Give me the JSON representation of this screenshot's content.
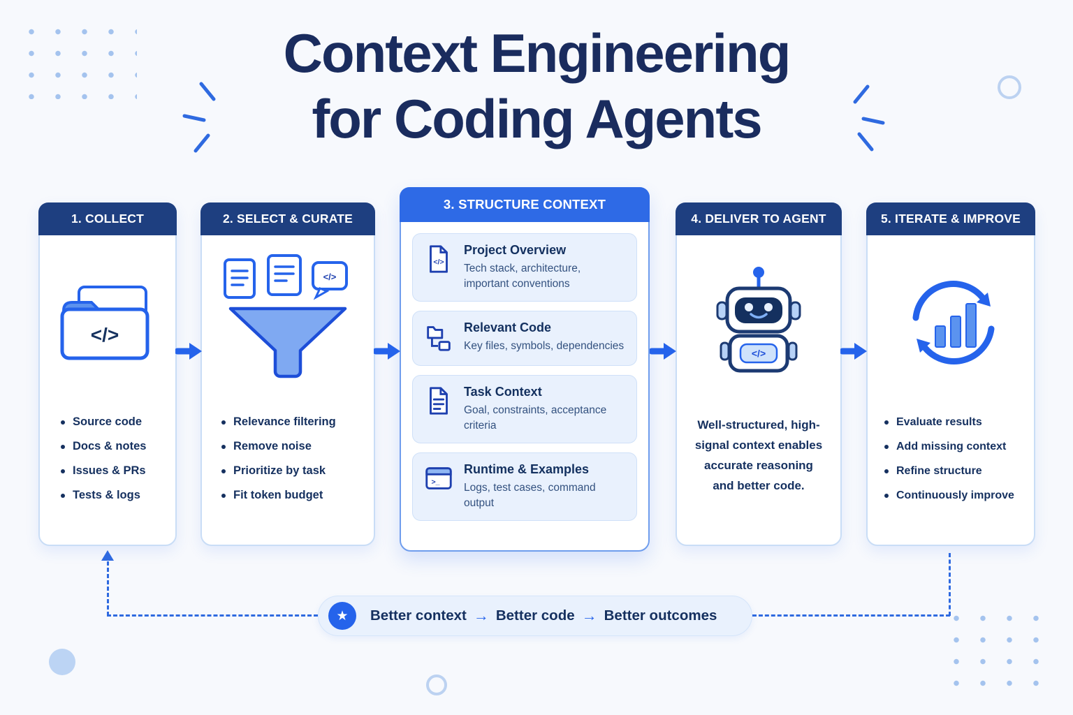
{
  "title": {
    "line1": "Context Engineering",
    "line2": "for Coding Agents"
  },
  "columns": [
    {
      "header": "1. COLLECT",
      "bullets": [
        "Source code",
        "Docs & notes",
        "Issues & PRs",
        "Tests & logs"
      ]
    },
    {
      "header": "2. SELECT & CURATE",
      "bullets": [
        "Relevance filtering",
        "Remove noise",
        "Prioritize by task",
        "Fit token budget"
      ]
    },
    {
      "header": "3. STRUCTURE CONTEXT",
      "items": [
        {
          "title": "Project Overview",
          "desc": "Tech stack, architecture, important conventions"
        },
        {
          "title": "Relevant Code",
          "desc": "Key files, symbols, dependencies"
        },
        {
          "title": "Task Context",
          "desc": "Goal, constraints, acceptance criteria"
        },
        {
          "title": "Runtime & Examples",
          "desc": "Logs, test cases, command output"
        }
      ]
    },
    {
      "header": "4. DELIVER TO AGENT",
      "text": "Well-structured, high-signal context enables accurate reasoning and better code."
    },
    {
      "header": "5. ITERATE & IMPROVE",
      "bullets": [
        "Evaluate results",
        "Add missing context",
        "Refine structure",
        "Continuously improve"
      ]
    }
  ],
  "footer": {
    "star": "★",
    "segments": [
      "Better context",
      "Better code",
      "Better outcomes"
    ],
    "arrow": "→"
  },
  "glyphs": {
    "code": "</>",
    "terminal_prompt": ">_"
  },
  "colors": {
    "navy_header": "#1e3f80",
    "accent_blue": "#2563eb",
    "structure_blue": "#2e6ae6",
    "light_blue": "#e9f1fd",
    "title_navy": "#1a2c5e"
  }
}
